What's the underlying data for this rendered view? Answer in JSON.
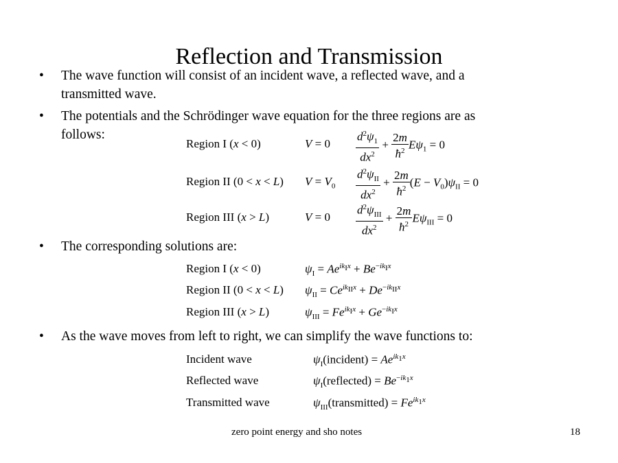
{
  "slide": {
    "title": "Reflection and Transmission",
    "bullets": [
      {
        "line1": "The wave function will consist of an incident wave, a reflected wave, and a",
        "line2": "transmitted wave."
      },
      {
        "line1": "The potentials and the Schrödinger wave equation for the three regions are as",
        "line2": "follows:"
      },
      {
        "line1": "The corresponding solutions are:"
      },
      {
        "line1": "As the wave moves from left to right, we can simplify the wave functions to:"
      }
    ],
    "bullet_glyph": "•",
    "equations": [
      {
        "region": "Region I (x < 0)",
        "potential": "V = 0",
        "equation": "d²ψ_I/dx² + (2m/ħ²) E ψ_I = 0"
      },
      {
        "region": "Region II (0 < x < L)",
        "potential": "V = V₀",
        "equation": "d²ψ_II/dx² + (2m/ħ²)(E − V₀) ψ_II = 0"
      },
      {
        "region": "Region III (x > L)",
        "potential": "V = 0",
        "equation": "d²ψ_III/dx² + (2m/ħ²) E ψ_III = 0"
      }
    ],
    "solutions": [
      {
        "region": "Region I (x < 0)",
        "solution": "ψ_I = Ae^{ik_I x} + Be^{−ik_I x}"
      },
      {
        "region": "Region II (0 < x < L)",
        "solution": "ψ_II = Ce^{ik_II x} + De^{−ik_II x}"
      },
      {
        "region": "Region III (x > L)",
        "solution": "ψ_III = Fe^{ik_I x} + Ge^{−ik_I x}"
      }
    ],
    "simplified": [
      {
        "label": "Incident wave",
        "expr": "ψ_I(incident) = Ae^{ik_I x}"
      },
      {
        "label": "Reflected wave",
        "expr": "ψ_I(reflected) = Be^{−ik_I x}"
      },
      {
        "label": "Transmitted wave",
        "expr": "ψ_III(transmitted) = Fe^{ik_I x}"
      }
    ],
    "footer": "zero point energy and sho notes",
    "page_number": "18"
  }
}
